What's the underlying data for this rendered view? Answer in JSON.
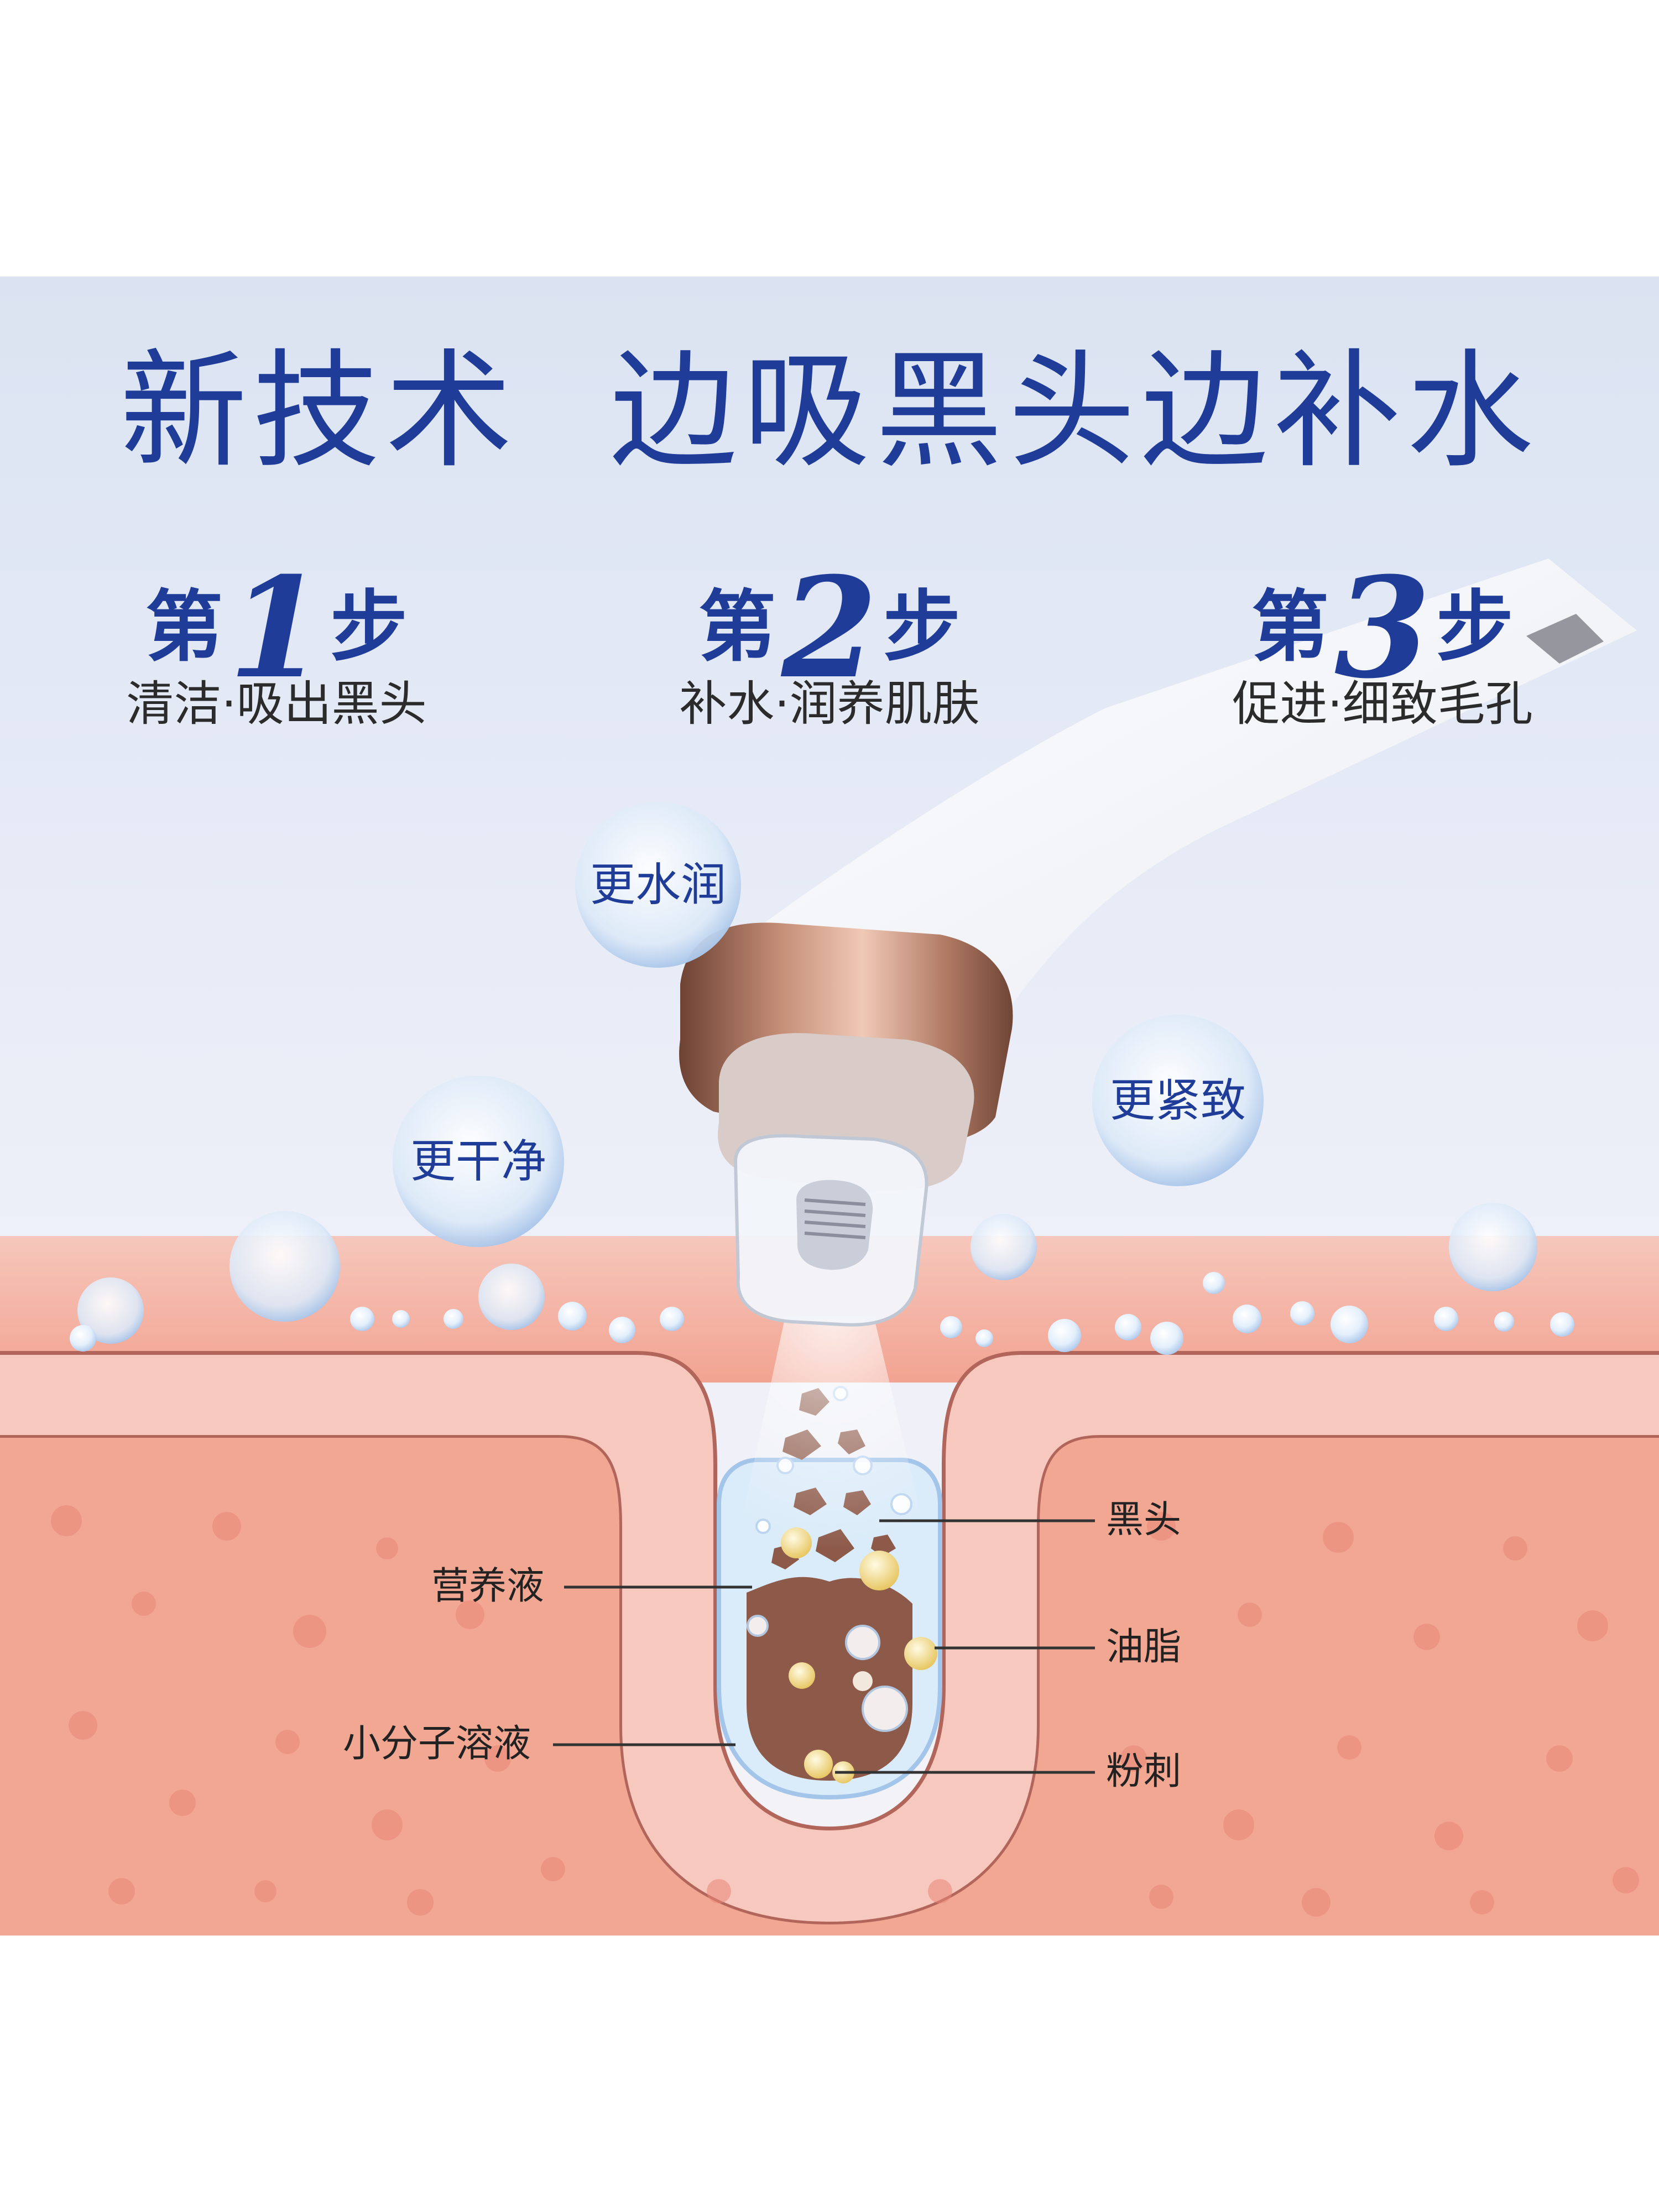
{
  "headline": "新技术  边吸黑头边补水",
  "steps": [
    {
      "prefix": "第",
      "number": "1",
      "suffix": "步",
      "caption": "清洁·吸出黑头"
    },
    {
      "prefix": "第",
      "number": "2",
      "suffix": "步",
      "caption": "补水·润养肌肤"
    },
    {
      "prefix": "第",
      "number": "3",
      "suffix": "步",
      "caption": "促进·细致毛孔"
    }
  ],
  "bubbles": {
    "moist": "更水润",
    "clean": "更干净",
    "firm": "更紧致"
  },
  "labels": {
    "nutrient": "营养液",
    "small_molecule": "小分子溶液",
    "blackhead": "黑头",
    "oil": "油脂",
    "acne": "粉刺"
  },
  "colors": {
    "title_blue": "#1f3d98",
    "skin_pink": "#f3a494",
    "skin_light": "#f7c3b8",
    "pore_brown": "#8d5a4a",
    "device_rose_gold": "#a8705a"
  }
}
